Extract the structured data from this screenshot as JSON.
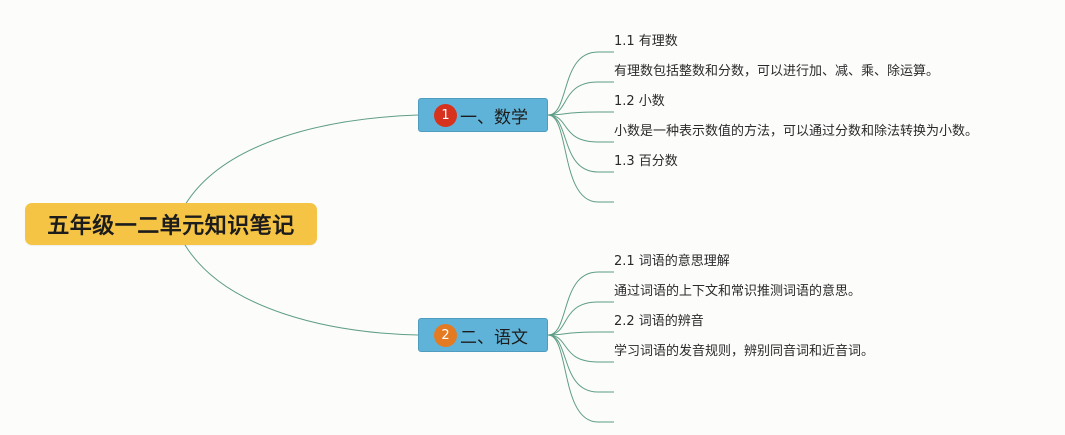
{
  "root": {
    "title": "五年级一二单元知识笔记",
    "color": "#f6c445"
  },
  "branches": [
    {
      "badge": "1",
      "badge_color": "#d6321d",
      "title": "一、数学",
      "leaves": [
        "1.1 有理数",
        "有理数包括整数和分数，可以进行加、减、乘、除运算。",
        "1.2 小数",
        "小数是一种表示数值的方法，可以通过分数和除法转换为小数。",
        "1.3 百分数",
        ""
      ]
    },
    {
      "badge": "2",
      "badge_color": "#e47a22",
      "title": "二、语文",
      "leaves": [
        "2.1 词语的意思理解",
        "通过词语的上下文和常识推测词语的意思。",
        "2.2 词语的辨音",
        "学习词语的发音规则，辨别同音词和近音词。",
        "",
        ""
      ]
    }
  ],
  "colors": {
    "branch_fill": "#5fb3d8",
    "line": "#5e9d86"
  }
}
